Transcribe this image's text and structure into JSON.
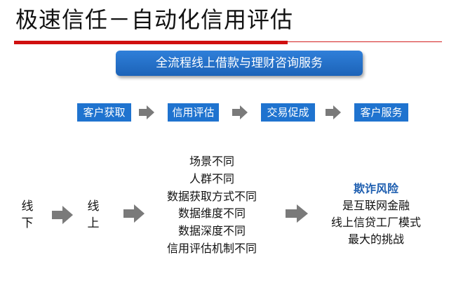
{
  "slide": {
    "title": "极速信任－自动化信用评估",
    "banner": "全流程线上借款与理财咨询服务"
  },
  "colors": {
    "title_rule": "#d01010",
    "step_box": "#1f73cf",
    "arrow": "#7a7a7a",
    "risk_title": "#1f5fb0"
  },
  "process_steps": [
    "客户获取",
    "信用评估",
    "交易促成",
    "客户服务"
  ],
  "transition": {
    "from": [
      "线",
      "下"
    ],
    "to": [
      "线",
      "上"
    ]
  },
  "differences": [
    "场景不同",
    "人群不同",
    "数据获取方式不同",
    "数据维度不同",
    "数据深度不同",
    "信用评估机制不同"
  ],
  "risk": {
    "title": "欺诈风险",
    "lines": [
      "是互联网金融",
      "线上信贷工厂模式",
      "最大的挑战"
    ]
  },
  "icons": {
    "arrow": "right-arrow-icon"
  }
}
